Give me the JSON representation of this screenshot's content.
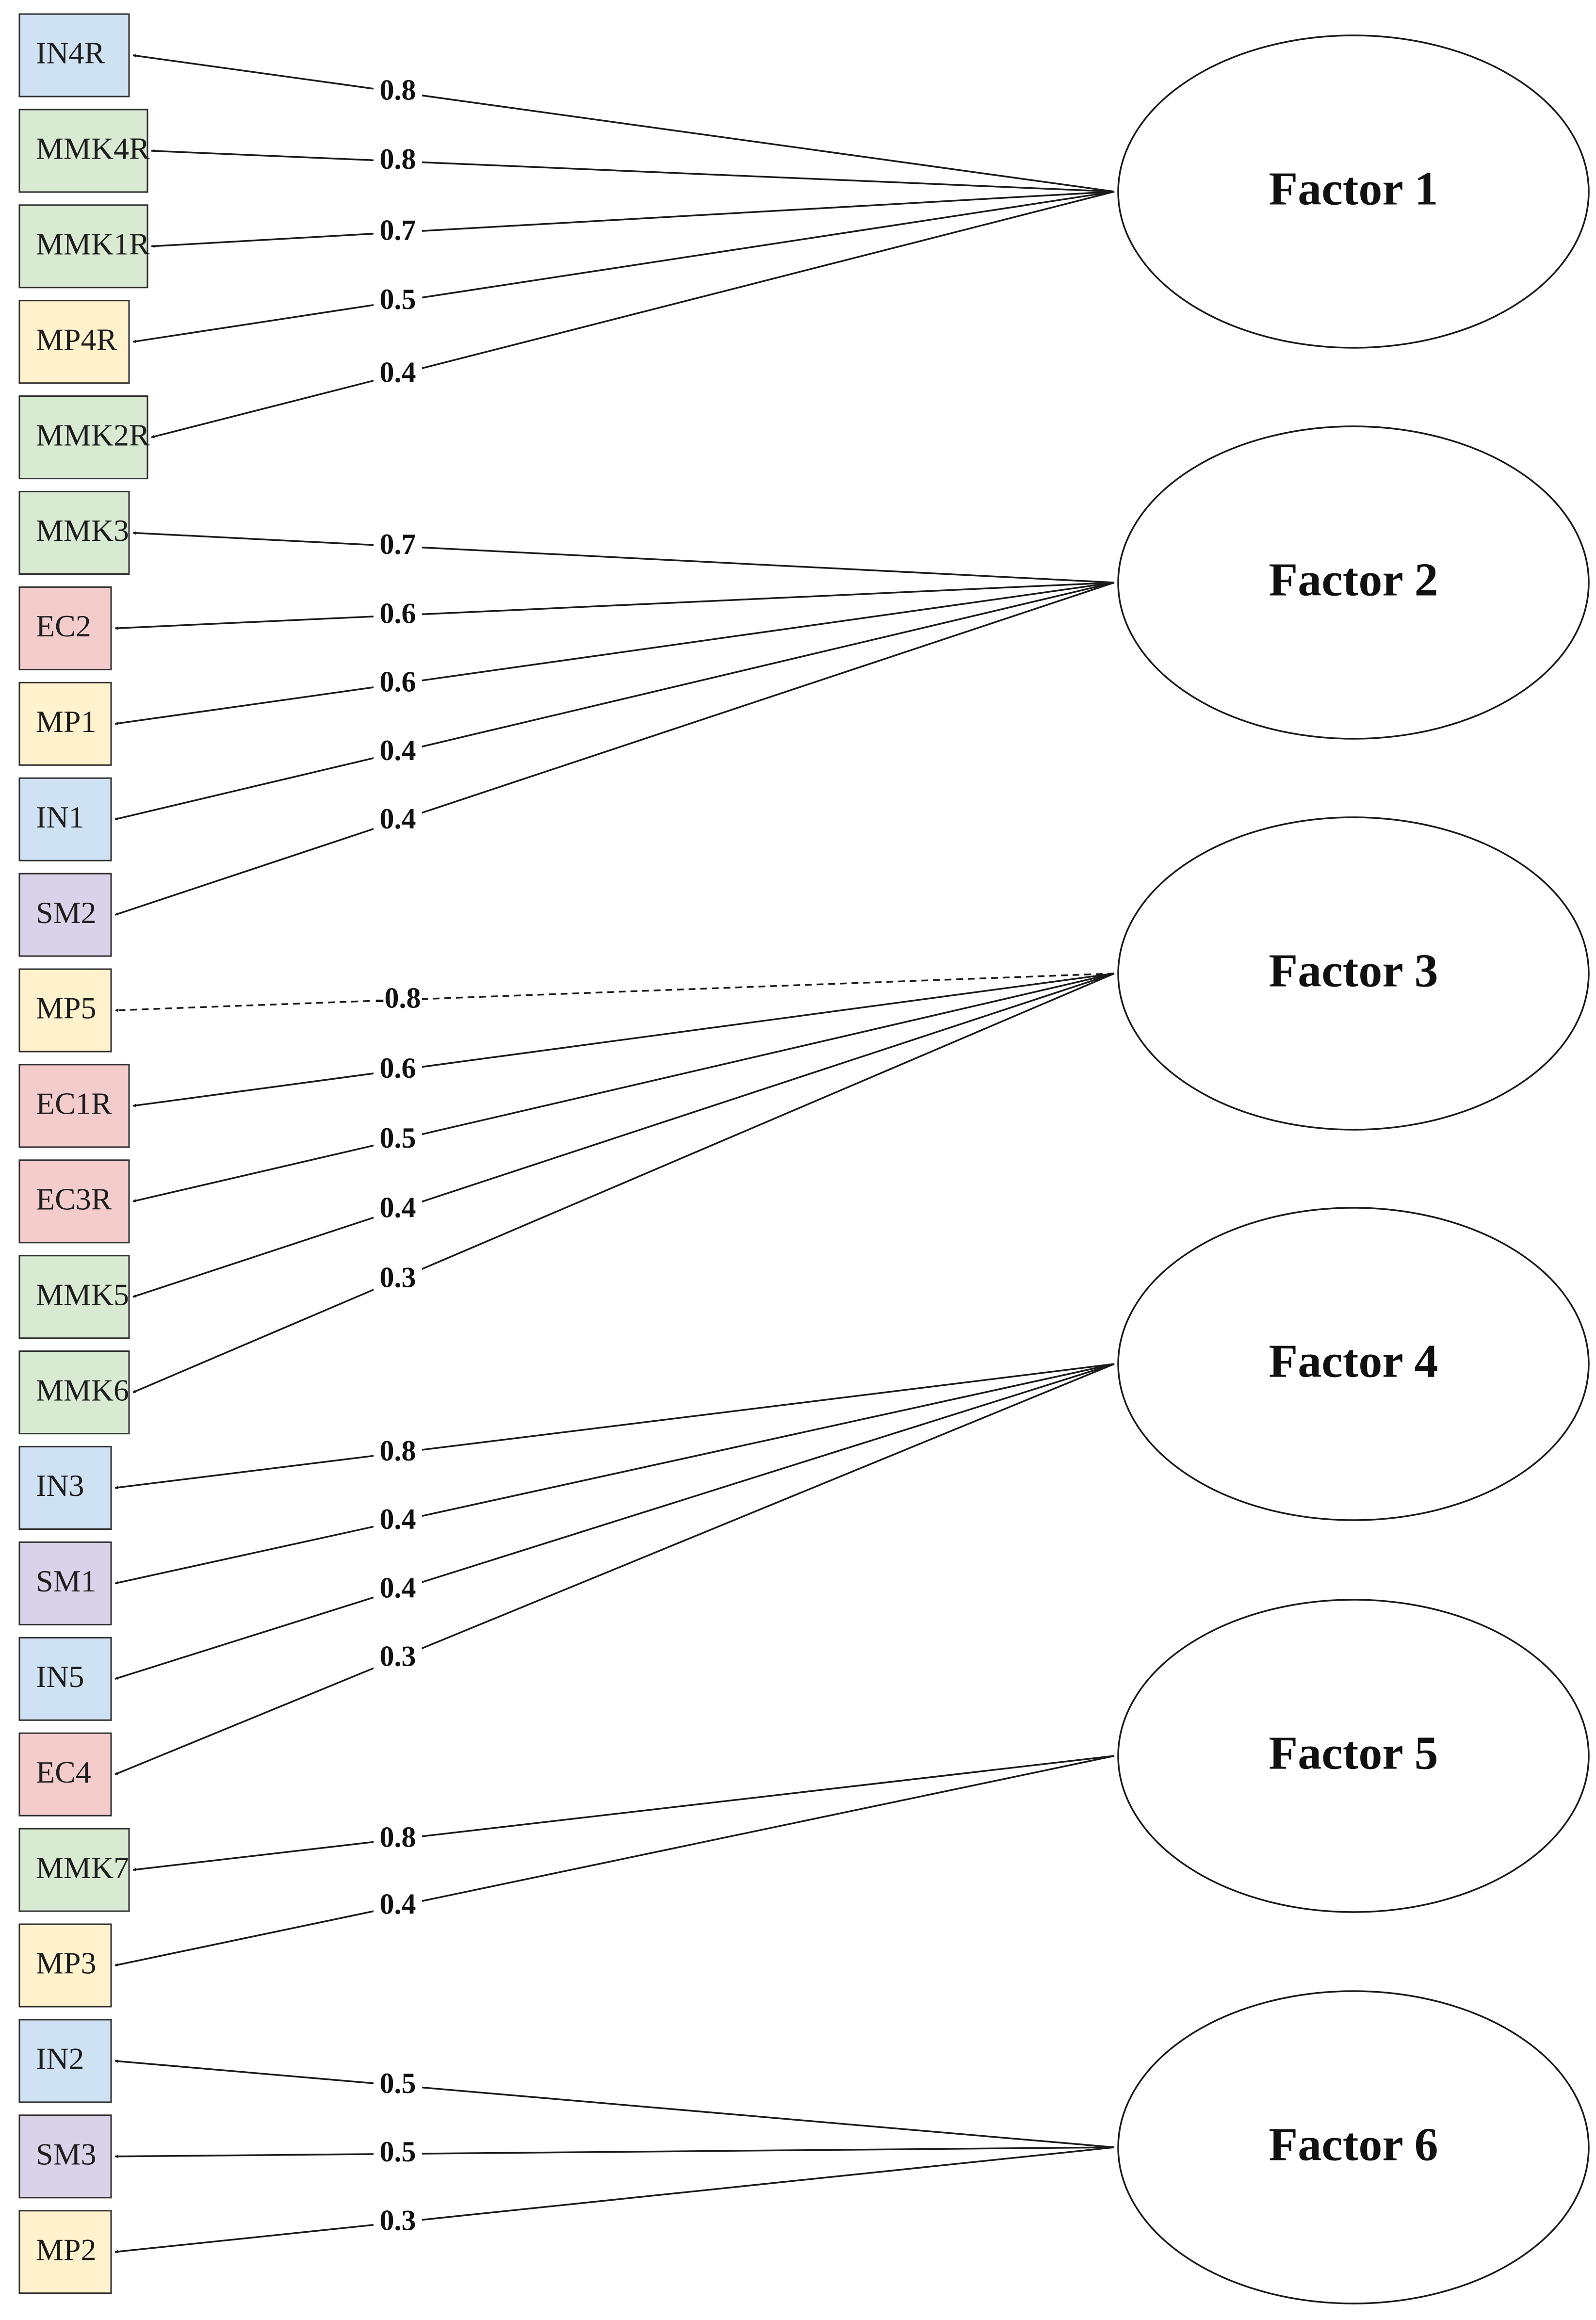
{
  "colors": {
    "IN": "#cfe2f3",
    "MMK": "#d9ead3",
    "MP": "#fff2cc",
    "EC": "#f4cccc",
    "SM": "#d9d2e9"
  },
  "items": [
    {
      "id": "IN4R",
      "group": "IN"
    },
    {
      "id": "MMK4R",
      "group": "MMK"
    },
    {
      "id": "MMK1R",
      "group": "MMK"
    },
    {
      "id": "MP4R",
      "group": "MP"
    },
    {
      "id": "MMK2R",
      "group": "MMK"
    },
    {
      "id": "MMK3",
      "group": "MMK"
    },
    {
      "id": "EC2",
      "group": "EC"
    },
    {
      "id": "MP1",
      "group": "MP"
    },
    {
      "id": "IN1",
      "group": "IN"
    },
    {
      "id": "SM2",
      "group": "SM"
    },
    {
      "id": "MP5",
      "group": "MP"
    },
    {
      "id": "EC1R",
      "group": "EC"
    },
    {
      "id": "EC3R",
      "group": "EC"
    },
    {
      "id": "MMK5",
      "group": "MMK"
    },
    {
      "id": "MMK6",
      "group": "MMK"
    },
    {
      "id": "IN3",
      "group": "IN"
    },
    {
      "id": "SM1",
      "group": "SM"
    },
    {
      "id": "IN5",
      "group": "IN"
    },
    {
      "id": "EC4",
      "group": "EC"
    },
    {
      "id": "MMK7",
      "group": "MMK"
    },
    {
      "id": "MP3",
      "group": "MP"
    },
    {
      "id": "IN2",
      "group": "IN"
    },
    {
      "id": "SM3",
      "group": "SM"
    },
    {
      "id": "MP2",
      "group": "MP"
    }
  ],
  "factors": [
    {
      "label": "Factor 1",
      "loadings": [
        {
          "item": "IN4R",
          "value": "0.8"
        },
        {
          "item": "MMK4R",
          "value": "0.8"
        },
        {
          "item": "MMK1R",
          "value": "0.7"
        },
        {
          "item": "MP4R",
          "value": "0.5"
        },
        {
          "item": "MMK2R",
          "value": "0.4"
        }
      ]
    },
    {
      "label": "Factor 2",
      "loadings": [
        {
          "item": "MMK3",
          "value": "0.7"
        },
        {
          "item": "EC2",
          "value": "0.6"
        },
        {
          "item": "MP1",
          "value": "0.6"
        },
        {
          "item": "IN1",
          "value": "0.4"
        },
        {
          "item": "SM2",
          "value": "0.4"
        }
      ]
    },
    {
      "label": "Factor 3",
      "loadings": [
        {
          "item": "MP5",
          "value": "-0.8",
          "negative": true
        },
        {
          "item": "EC1R",
          "value": "0.6"
        },
        {
          "item": "EC3R",
          "value": "0.5"
        },
        {
          "item": "MMK5",
          "value": "0.4"
        },
        {
          "item": "MMK6",
          "value": "0.3"
        }
      ]
    },
    {
      "label": "Factor 4",
      "loadings": [
        {
          "item": "IN3",
          "value": "0.8"
        },
        {
          "item": "SM1",
          "value": "0.4"
        },
        {
          "item": "IN5",
          "value": "0.4"
        },
        {
          "item": "EC4",
          "value": "0.3"
        }
      ]
    },
    {
      "label": "Factor 5",
      "loadings": [
        {
          "item": "MMK7",
          "value": "0.8"
        },
        {
          "item": "MP3",
          "value": "0.4"
        }
      ]
    },
    {
      "label": "Factor 6",
      "loadings": [
        {
          "item": "IN2",
          "value": "0.5"
        },
        {
          "item": "SM3",
          "value": "0.5"
        },
        {
          "item": "MP2",
          "value": "0.3"
        }
      ]
    }
  ]
}
